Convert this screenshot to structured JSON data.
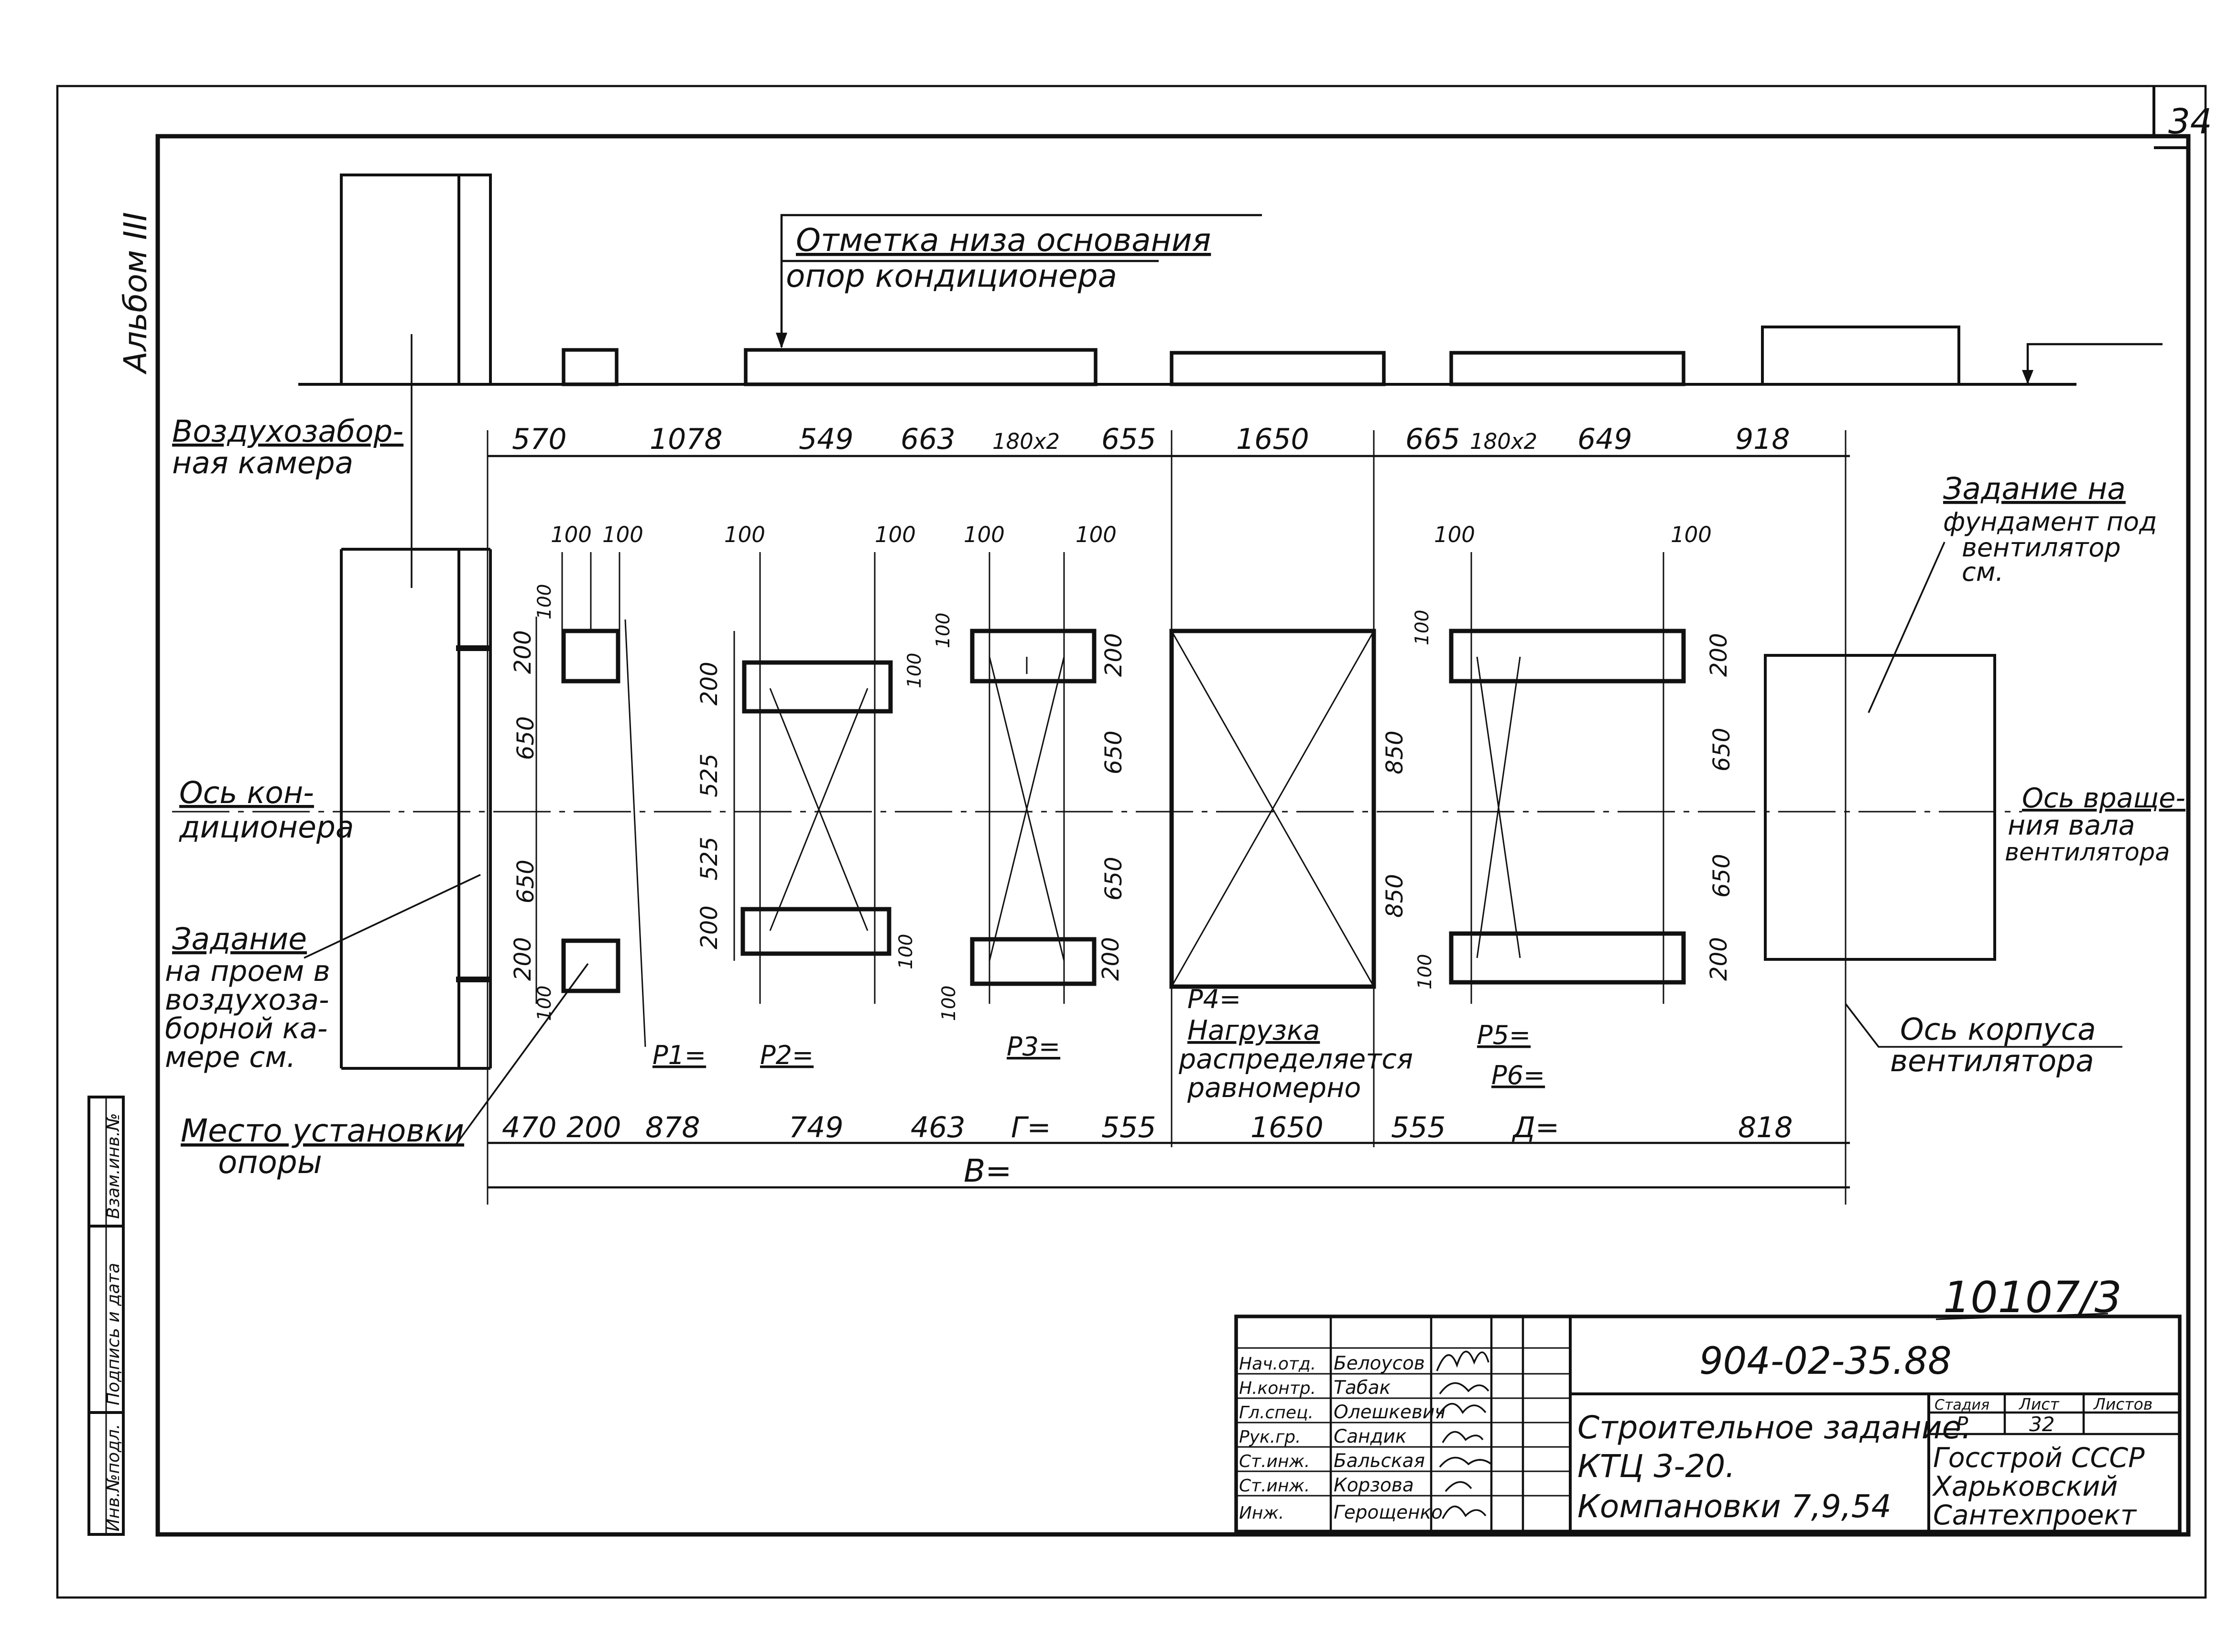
{
  "sheet": {
    "page_number": "34",
    "album_label": "Альбом III",
    "drawing_number": "10107/3",
    "colors": {
      "ink": "#111111",
      "paper": "#ffffff"
    }
  },
  "labels": {
    "base_mark_line1": "Отметка низа основания",
    "base_mark_line2": "опор кондиционера",
    "air_intake_line1": "Воздухозабор-",
    "air_intake_line2": "ная камера",
    "axis_cond_line1": "Ось кон-",
    "axis_cond_line2": "диционера",
    "opening_line1": "Задание",
    "opening_line2": "на проем в",
    "opening_line3": "воздухоза-",
    "opening_line4": "борной ка-",
    "opening_line5": "мере см.",
    "support_place_line1": "Место установки",
    "support_place_line2": "опоры",
    "fan_task_line1": "Задание на",
    "fan_task_line2": "фундамент под",
    "fan_task_line3": "вентилятор",
    "fan_task_line4": "см.",
    "fan_shaft_line1": "Ось враще-",
    "fan_shaft_line2": "ния вала",
    "fan_shaft_line3": "вентилятора",
    "fan_body_line1": "Ось корпуса",
    "fan_body_line2": "вентилятора",
    "p4": "P4=",
    "load_line1": "Нагрузка",
    "load_line2": "распределяется",
    "load_line3": "равномерно",
    "p1": "P1=",
    "p2": "P2=",
    "p3": "P3=",
    "p5": "P5=",
    "p6": "P6="
  },
  "dims": {
    "top": [
      "570",
      "1078",
      "549",
      "663",
      "180x2",
      "655",
      "1650",
      "665",
      "180x2",
      "649",
      "918"
    ],
    "bottom": [
      "470",
      "200",
      "878",
      "749",
      "463",
      "Г=",
      "555",
      "1650",
      "555",
      "Д=",
      "818"
    ],
    "overall": "В=",
    "small": [
      "100",
      "100",
      "100",
      "100",
      "100",
      "100",
      "100",
      "100"
    ],
    "pad_a": [
      "200",
      "650",
      "650",
      "200",
      "100",
      "100"
    ],
    "pad_b": [
      "200",
      "525",
      "525",
      "200",
      "100",
      "100"
    ],
    "pad_c": [
      "100",
      "200",
      "650",
      "650",
      "200",
      "100"
    ],
    "pad_d": [
      "850",
      "850"
    ],
    "pad_e": [
      "100",
      "200",
      "650",
      "650",
      "200",
      "100"
    ]
  },
  "side_stamp": [
    "Инв.№подл.",
    "Подпись и дата",
    "Взам.инв.№"
  ],
  "title_block": {
    "project_code": "904-02-35.88",
    "roles": [
      "Нач.отд.",
      "Н.контр.",
      "Гл.спец.",
      "Рук.гр.",
      "Ст.инж.",
      "Ст.инж.",
      "Инж."
    ],
    "names": [
      "Белоусов",
      "Табак",
      "Олешкевич",
      "Сандик",
      "Бальская",
      "Корзова",
      "Герощенко"
    ],
    "title_line1": "Строительное задание.",
    "title_line2": "КТЦ 3-20.",
    "title_line3": "Компановки 7,9,54",
    "stage_header": "Стадия",
    "sheet_header": "Лист",
    "sheets_header": "Листов",
    "stage": "Р",
    "sheet": "32",
    "org_line1": "Госстрой СССР",
    "org_line2": "Харьковский",
    "org_line3": "Сантехпроект"
  }
}
